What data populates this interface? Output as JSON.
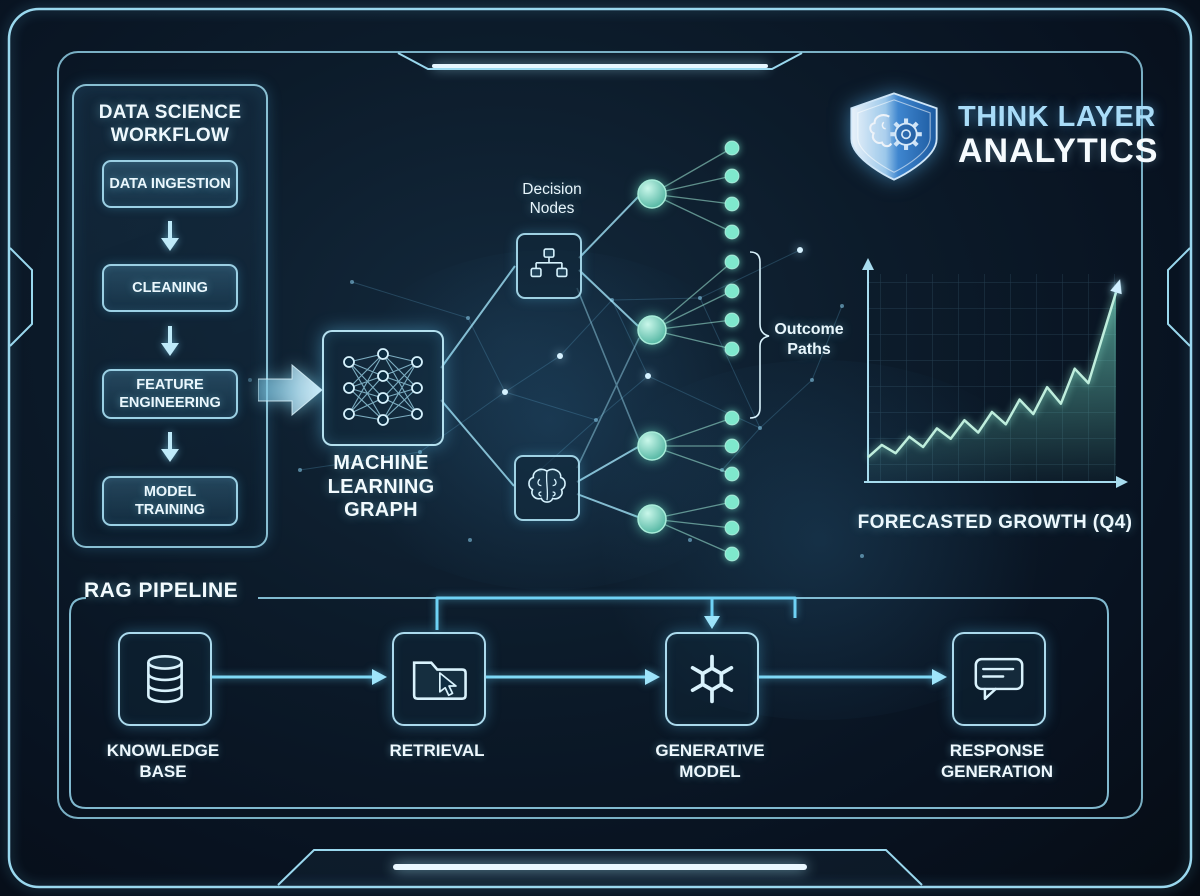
{
  "brand": {
    "line1": "THINK LAYER",
    "line2": "ANALYTICS",
    "icon": "shield-brain-gear-icon"
  },
  "workflow": {
    "title": "DATA SCIENCE WORKFLOW",
    "steps": [
      "DATA INGESTION",
      "CLEANING",
      "FEATURE ENGINEERING",
      "MODEL TRAINING"
    ]
  },
  "ml_graph": {
    "label": "MACHINE LEARNING GRAPH",
    "icon": "neural-network-icon",
    "decision_nodes_label": "Decision Nodes",
    "decision_node_icons": [
      "tree-nodes-icon",
      "brain-icon"
    ],
    "outcome_paths_label": "Outcome Paths"
  },
  "chart_data": {
    "type": "area",
    "title": "FORECASTED GROWTH (Q4)",
    "x": [
      0,
      1,
      2,
      3,
      4,
      5,
      6,
      7,
      8,
      9,
      10,
      11,
      12,
      13,
      14,
      15,
      16,
      17,
      18
    ],
    "values": [
      12,
      18,
      14,
      22,
      17,
      26,
      21,
      30,
      24,
      34,
      28,
      40,
      33,
      46,
      38,
      55,
      48,
      70,
      92
    ],
    "xlabel": "",
    "ylabel": "",
    "ylim": [
      0,
      100
    ],
    "grid": true,
    "legend": "none",
    "trend": "upward with jagged fluctuations ending in steep rise arrow"
  },
  "rag": {
    "title": "RAG PIPELINE",
    "stages": [
      {
        "label": "KNOWLEDGE BASE",
        "icon": "database-icon"
      },
      {
        "label": "RETRIEVAL",
        "icon": "folder-cursor-icon"
      },
      {
        "label": "GENERATIVE MODEL",
        "icon": "generative-knot-icon"
      },
      {
        "label": "RESPONSE GENERATION",
        "icon": "chat-bubble-icon"
      }
    ]
  },
  "colors": {
    "background": "#0a1723",
    "frame": "#9ad8ee",
    "accent_bright": "#e6f7ff",
    "teal_nodes": "#7fe8cd",
    "text": "#eef8fd"
  }
}
